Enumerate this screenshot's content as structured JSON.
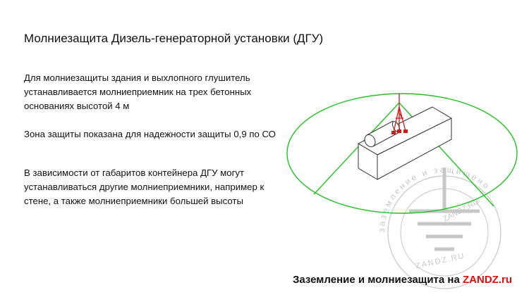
{
  "slide": {
    "title": "Молниезащита Дизель-генераторной установки (ДГУ)",
    "paragraphs": [
      "Для молниезащиты здания и выхлопного глушитель устанавливается молниеприемник на трех бетонных основаниях высотой 4 м",
      "Зона защиты показана для надежности защиты 0,9 по СО",
      "В зависимости от габаритов контейнера ДГУ могут устанавливаться другие молниеприемники, например к стене, а также молниеприемники большей высоты"
    ],
    "watermark": {
      "arc_text": "заземление и защищено",
      "logo_text": "ZANDZ.RU",
      "bottom_text": "ZANDZ.RU"
    },
    "footer": {
      "text": "Заземление и молниезащита на ",
      "brand": "ZANDZ.ru"
    }
  },
  "colors": {
    "zone_line": "#22c222",
    "rod": "#d01818",
    "box_stroke": "#333333",
    "watermark": "#9a9a9a",
    "brand": "#e01010"
  }
}
